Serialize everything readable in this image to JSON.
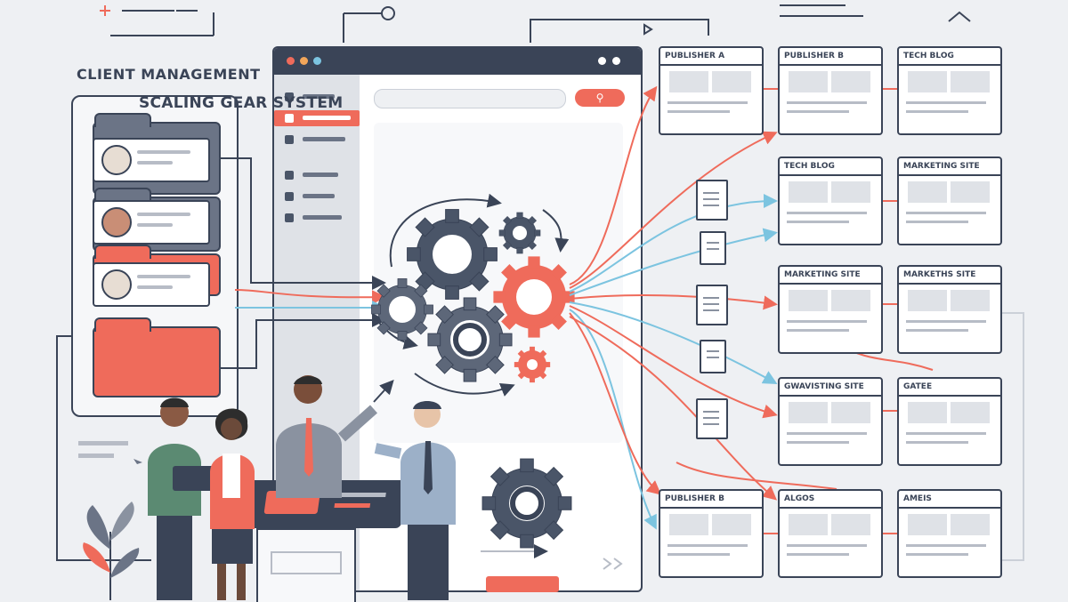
{
  "client_panel": {
    "title": "CLIENT MANAGEMENT",
    "clients": [
      "client-1",
      "client-2",
      "client-3"
    ]
  },
  "browser": {
    "title": "SCALING GEAR SYSTEM",
    "search_icon": "magnifier-icon",
    "sidebar_icons": [
      "home-icon",
      "user-icon",
      "settings-icon",
      "doc-icon",
      "doc-icon",
      "doc-icon"
    ]
  },
  "sites": [
    {
      "label": "PUBLISHER A"
    },
    {
      "label": "PUBLISHER B"
    },
    {
      "label": "TECH BLOG"
    },
    {
      "label": "TECH BLOG"
    },
    {
      "label": "MARKETING SITE"
    },
    {
      "label": "MARKETING SITE"
    },
    {
      "label": "MARKETHS SITE"
    },
    {
      "label": "GWAVISTING SITE"
    },
    {
      "label": "GATEE"
    },
    {
      "label": "PUBLISHER B"
    },
    {
      "label": "ALGOS"
    },
    {
      "label": "AMEIS"
    }
  ],
  "colors": {
    "navy": "#3a4457",
    "coral": "#ef6b5b",
    "blue": "#7cc4e0",
    "gray": "#dfe2e7"
  }
}
